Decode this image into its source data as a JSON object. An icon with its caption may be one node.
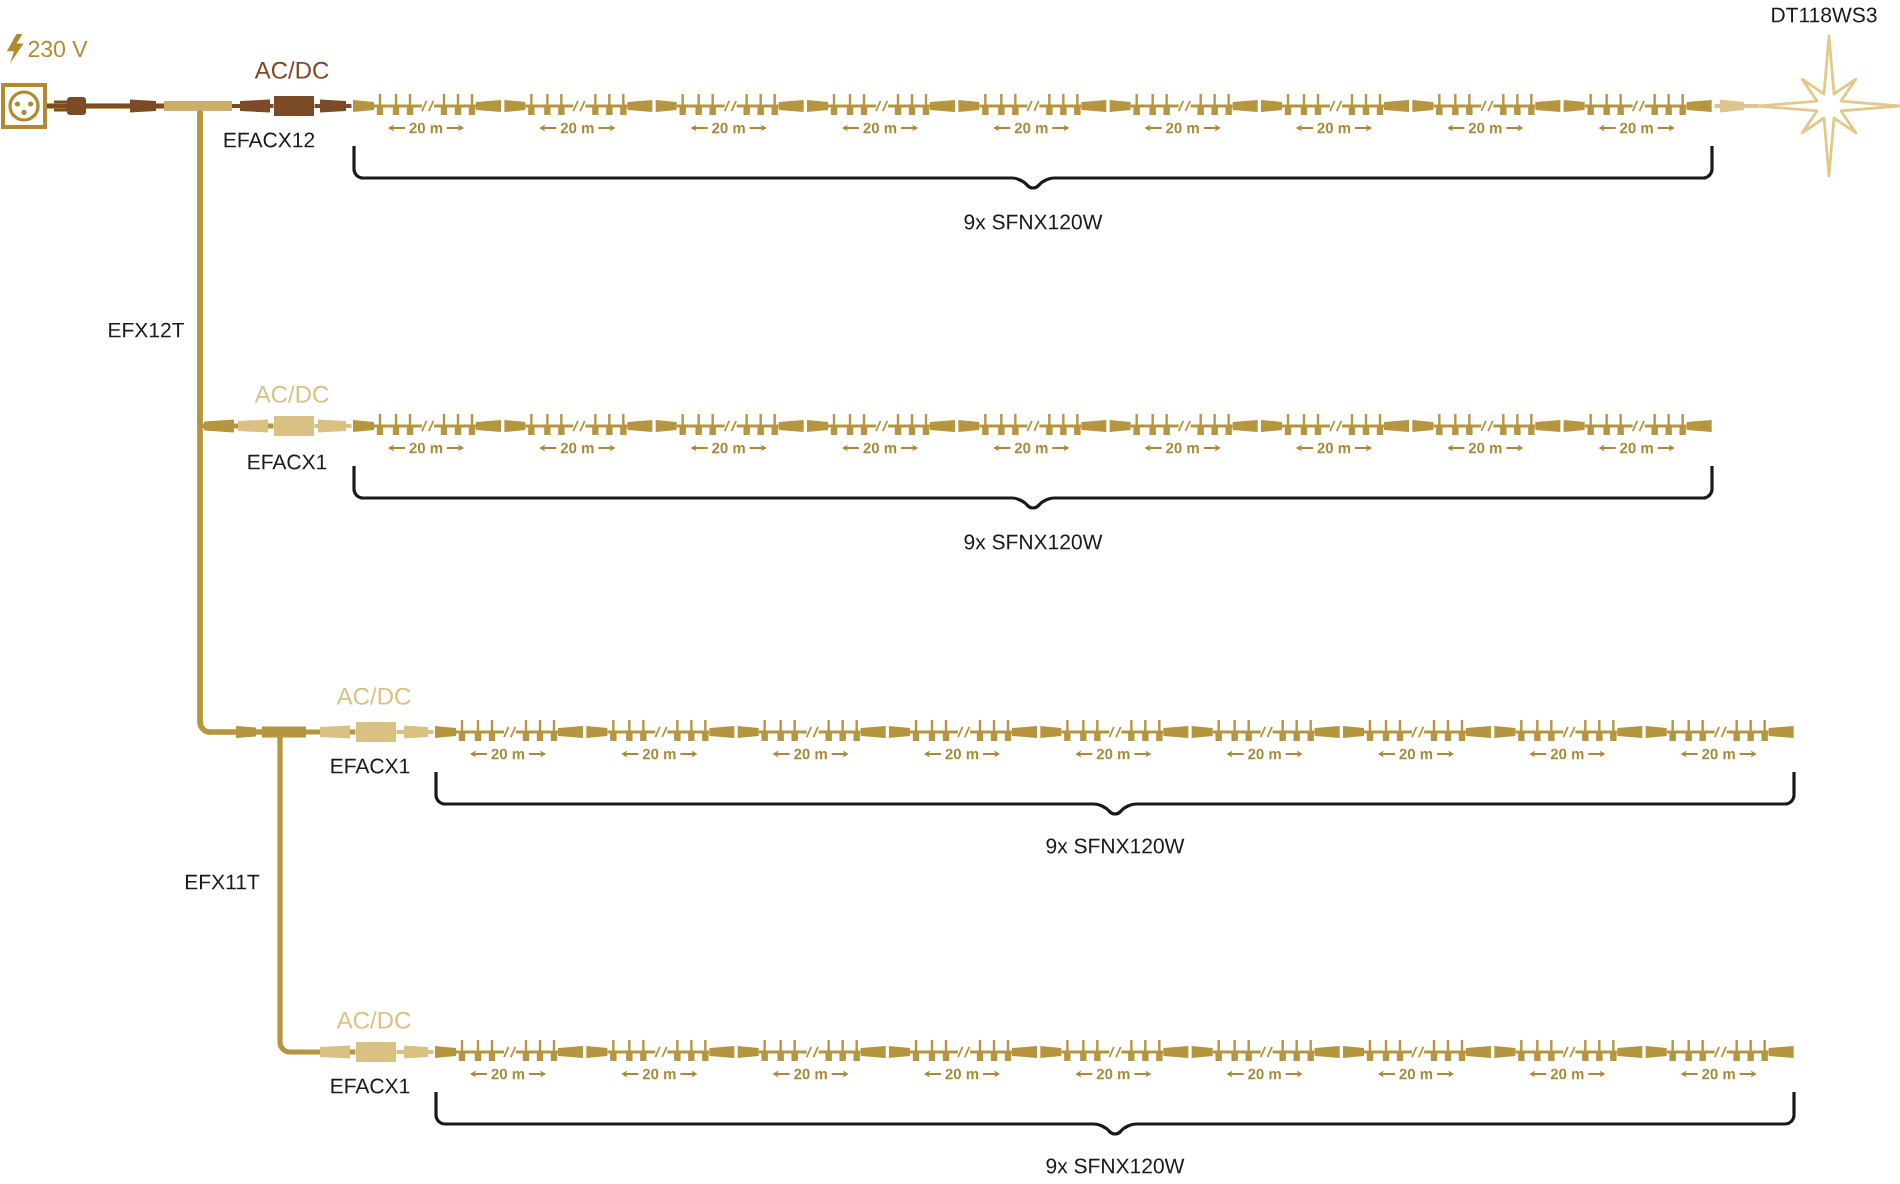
{
  "diagram": {
    "nodes": [
      {
        "text": [
          "230 V"
        ]
      },
      {
        "text": [
          "AC/DC",
          "EFACX12"
        ]
      },
      {
        "text": [],
        "shape": "picture"
      },
      {
        "text": [
          "DT118WS3"
        ]
      },
      {
        "text": [
          "AC/DC",
          "EFACX1"
        ]
      },
      {
        "text": [],
        "shape": "picture"
      },
      {
        "text": [
          "AC/DC",
          "EFACX1"
        ]
      },
      {
        "text": [],
        "shape": "picture"
      },
      {
        "text": [
          "AC/DC",
          "EFACX1"
        ]
      },
      {
        "text": [],
        "shape": "picture"
      }
    ],
    "edges": [
      {
        "from": 0,
        "to": 1,
        "arrow": "other",
        "color": "#7b4a26"
      },
      {
        "from": 1,
        "to": 2,
        "arrow": "other",
        "color": "#7b4a26"
      },
      {
        "from": 2,
        "to": 3,
        "arrow": "other",
        "color": "#dcc58e"
      },
      {
        "from": 0,
        "to": 4,
        "arrow": "none"
      },
      {
        "from": 4,
        "to": 5,
        "arrow": "other",
        "color": "#d9c184"
      },
      {
        "from": 0,
        "to": 6,
        "arrow": "none"
      },
      {
        "from": 6,
        "to": 7,
        "arrow": "other",
        "color": "#d9c184"
      },
      {
        "from": 0,
        "to": 8,
        "arrow": "none"
      },
      {
        "from": 8,
        "to": 9,
        "arrow": "other",
        "color": "#d9c184"
      }
    ],
    "labels": [
      "20 m",
      "20 m",
      "20 m",
      "20 m",
      "20 m",
      "20 m",
      "20 m",
      "20 m",
      "20 m",
      "9x SFNX120W",
      "EFX12T",
      "20 m",
      "20 m",
      "20 m",
      "20 m",
      "20 m",
      "20 m",
      "20 m",
      "20 m",
      "20 m",
      "9x SFNX120W",
      "20 m",
      "20 m",
      "20 m",
      "20 m",
      "20 m",
      "20 m",
      "20 m",
      "20 m",
      "20 m",
      "9x SFNX120W",
      "EFX11T",
      "20 m",
      "20 m",
      "20 m",
      "20 m",
      "20 m",
      "20 m",
      "20 m",
      "20 m",
      "20 m",
      "9x SFNX120W"
    ]
  }
}
